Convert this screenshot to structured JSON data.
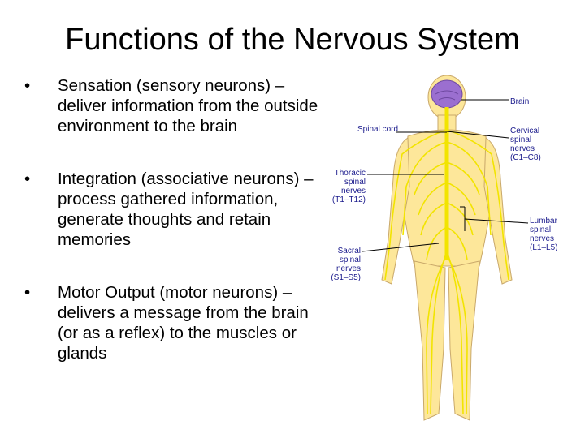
{
  "slide": {
    "title": "Functions of the Nervous System",
    "bullet_symbol": "•",
    "bullets": [
      "Sensation (sensory neurons) – deliver information from the outside environment to the brain",
      "Integration (associative neurons) – process gathered information, generate thoughts and retain memories",
      "Motor Output (motor neurons) – delivers a message from the brain (or as a reflex) to the muscles or glands"
    ]
  },
  "figure": {
    "labels": {
      "brain": "Brain",
      "spinal_cord": "Spinal cord",
      "cervical": "Cervical\nspinal\nnerves\n(C1–C8)",
      "thoracic": "Thoracic\nspinal\nnerves\n(T1–T12)",
      "lumbar": "Lumbar\nspinal\nnerves\n(L1–L5)",
      "sacral": "Sacral\nspinal\nnerves\n(S1–S5)"
    },
    "colors": {
      "body": "#fde79a",
      "nerves": "#f2e400",
      "brain": "#9b6fd0",
      "label": "#1a1a8c"
    }
  }
}
